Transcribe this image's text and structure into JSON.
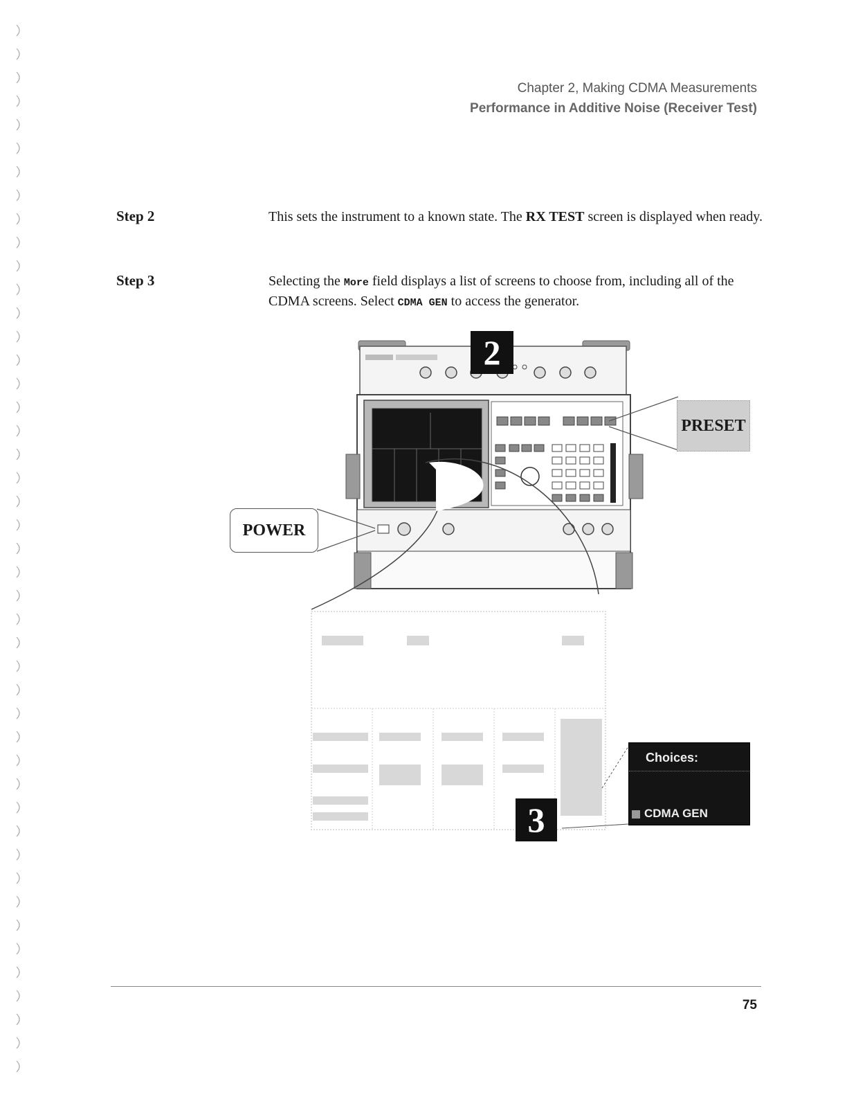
{
  "header": {
    "chapter": "Chapter 2, Making CDMA Measurements",
    "section": "Performance in Additive Noise (Receiver Test)"
  },
  "steps": [
    {
      "label": "Step 2",
      "t1": "This sets the instrument to a known state. The ",
      "b1": "RX TEST",
      "t2": " screen is displayed when ready."
    },
    {
      "label": "Step 3",
      "t1": "Selecting the ",
      "m1": "More",
      "t2": " field displays a list of screens to choose from, including all of the CDMA screens. Select ",
      "m2": "CDMA GEN",
      "t3": " to access the generator."
    }
  ],
  "figure": {
    "callout_2": "2",
    "callout_3": "3",
    "preset_label": "PRESET",
    "power_label": "POWER",
    "choices_title": "Choices:",
    "choices_item": "CDMA GEN"
  },
  "footer": {
    "page_number": "75"
  }
}
